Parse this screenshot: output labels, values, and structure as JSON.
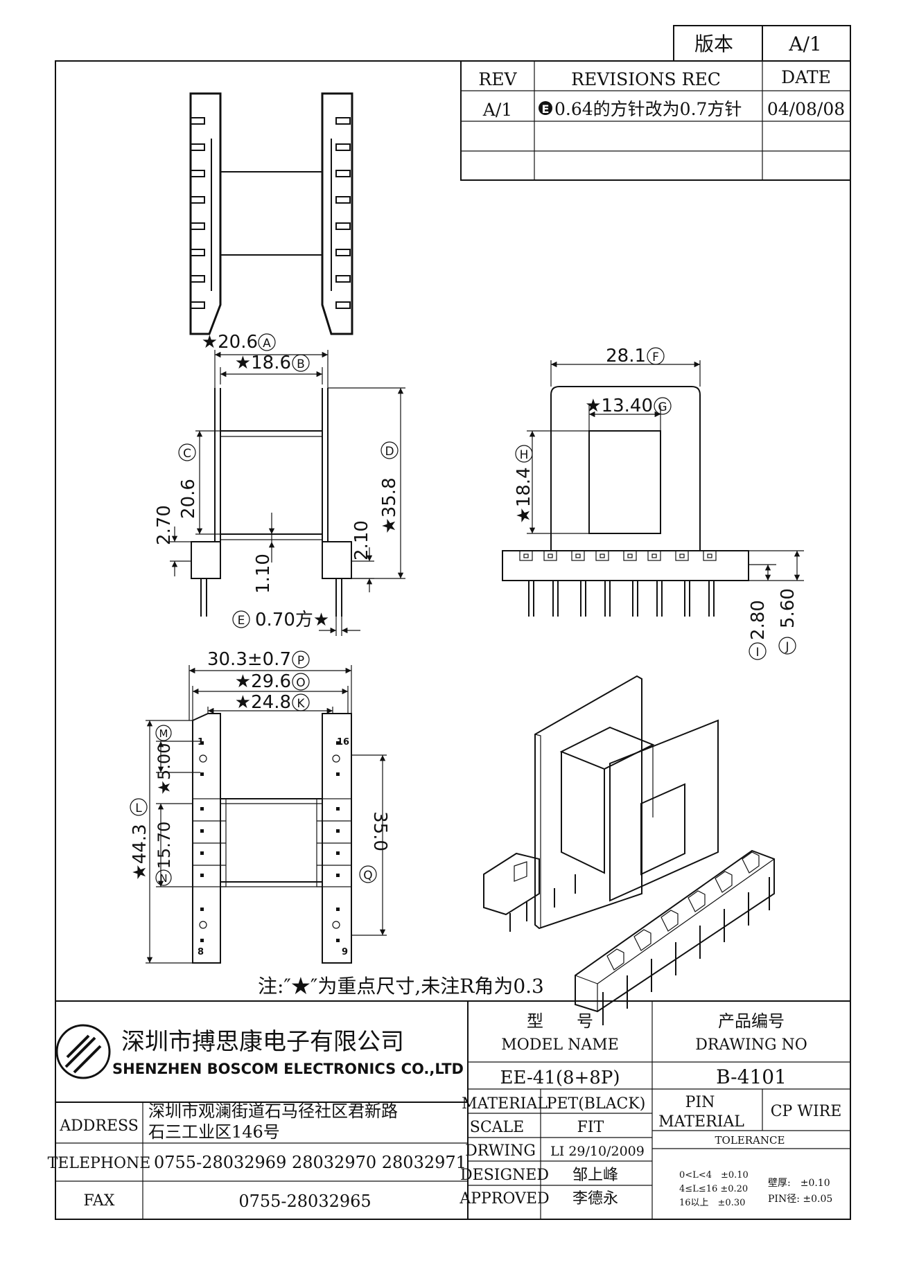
{
  "version_box": {
    "label": "版本",
    "value": "A/1"
  },
  "revisions": {
    "headers": {
      "rev": "REV",
      "rec": "REVISIONS REC",
      "date": "DATE"
    },
    "rows": [
      {
        "rev": "A/1",
        "marker": "E",
        "text": "0.64的方针改为0.7方针",
        "date": "04/08/08"
      }
    ]
  },
  "dimensions": {
    "top_side": [
      {
        "text": "★20.6",
        "marker": "A"
      },
      {
        "text": "★18.6",
        "marker": "B"
      },
      {
        "text": "20.6",
        "marker": "C"
      },
      {
        "text": "★35.8",
        "marker": "D"
      },
      {
        "text": "2.70"
      },
      {
        "text": "2.10"
      },
      {
        "text": "1.10"
      },
      {
        "text": "0.70方★",
        "marker": "E"
      }
    ],
    "front": [
      {
        "text": "28.1",
        "marker": "F"
      },
      {
        "text": "★13.40",
        "marker": "G"
      },
      {
        "text": "★18.4",
        "marker": "H"
      },
      {
        "text": "2.80",
        "marker": "I"
      },
      {
        "text": "5.60",
        "marker": "J"
      }
    ],
    "bottom": [
      {
        "text": "30.3±0.7",
        "marker": "P"
      },
      {
        "text": "★29.6",
        "marker": "O"
      },
      {
        "text": "★24.8",
        "marker": "K"
      },
      {
        "text": "★5.00",
        "marker": "M"
      },
      {
        "text": "★44.3",
        "marker": "L"
      },
      {
        "text": "15.70",
        "marker": "N"
      },
      {
        "text": "35.0",
        "marker": "Q"
      }
    ],
    "pins": {
      "tl": "1",
      "tr": "16",
      "bl": "8",
      "br": "9"
    }
  },
  "note": "注:″★″为重点尺寸,未注R角为0.3",
  "company": {
    "cn": "深圳市搏思康电子有限公司",
    "en": "SHENZHEN BOSCOM ELECTRONICS CO.,LTD"
  },
  "contact": {
    "address_label": "ADDRESS",
    "address_line1": "深圳市观澜街道石马径社区君新路",
    "address_line2": "石三工业区146号",
    "telephone_label": "TELEPHONE",
    "telephone": "0755-28032969 28032970 28032971",
    "fax_label": "FAX",
    "fax": "0755-28032965"
  },
  "model": {
    "label_cn": "型　　号",
    "label_en": "MODEL NAME",
    "value": "EE-41(8+8P)"
  },
  "drawing_no": {
    "label_cn": "产品编号",
    "label_en": "DRAWING NO",
    "value": "B-4101"
  },
  "specs": [
    {
      "label": "MATERIAL",
      "value": "PET(BLACK)"
    },
    {
      "label": "SCALE",
      "value": "FIT"
    },
    {
      "label": "DRWING",
      "value": "LI 29/10/2009"
    },
    {
      "label": "DESIGNED",
      "value": "邹上峰"
    },
    {
      "label": "APPROVED",
      "value": "李德永"
    }
  ],
  "pin": {
    "label_line1": "PIN",
    "label_line2": "MATERIAL",
    "value": "CP WIRE"
  },
  "tolerance": {
    "label": "TOLERANCE",
    "rows": [
      "0<L<4　±0.10",
      "4≤L≤16 ±0.20",
      "16以上　±0.30"
    ],
    "wall": "壁厚:　±0.10",
    "pin_dia": "PIN径: ±0.05"
  }
}
